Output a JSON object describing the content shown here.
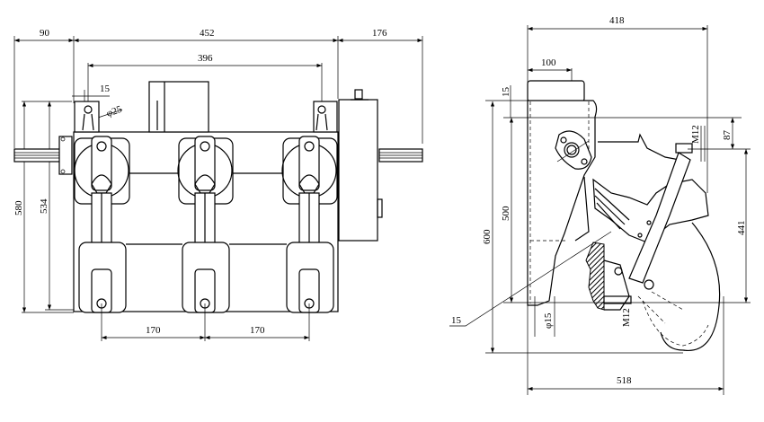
{
  "front_view": {
    "dims": {
      "left_offset": "90",
      "frame_width": "452",
      "right_offset": "176",
      "bracket_spacing": "396",
      "bracket_offset": "15",
      "hole_diameter": "φ25",
      "overall_height": "580",
      "frame_height": "534",
      "phase_spacing_1": "170",
      "phase_spacing_2": "170"
    }
  },
  "side_view": {
    "dims": {
      "top_width": "418",
      "hole_offset": "100",
      "top_offset": "15",
      "bolt_top": "M12",
      "top_to_bolt": "87",
      "body_height": "500",
      "overall_height": "600",
      "bolt_to_base": "441",
      "leader_15": "15",
      "base_hole": "φ15",
      "bolt_bottom": "M12",
      "overall_depth": "518"
    }
  }
}
